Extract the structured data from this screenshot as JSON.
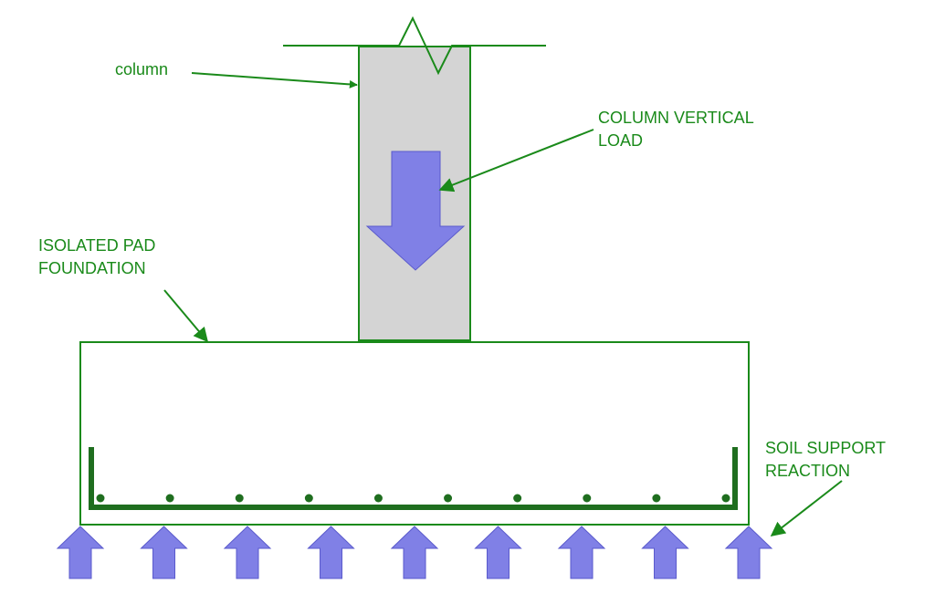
{
  "labels": {
    "column": "column",
    "column_load_line1": "COLUMN VERTICAL",
    "column_load_line2": "LOAD",
    "pad_line1": "ISOLATED PAD",
    "pad_line2": "FOUNDATION",
    "soil_line1": "SOIL SUPPORT",
    "soil_line2": "REACTION"
  },
  "colors": {
    "outline": "#1a8a1a",
    "column_fill": "#d4d4d4",
    "load_arrow": "#8080e6",
    "rebar": "#1f6e1f"
  },
  "rebar_dot_count": 10,
  "soil_arrow_count": 9
}
